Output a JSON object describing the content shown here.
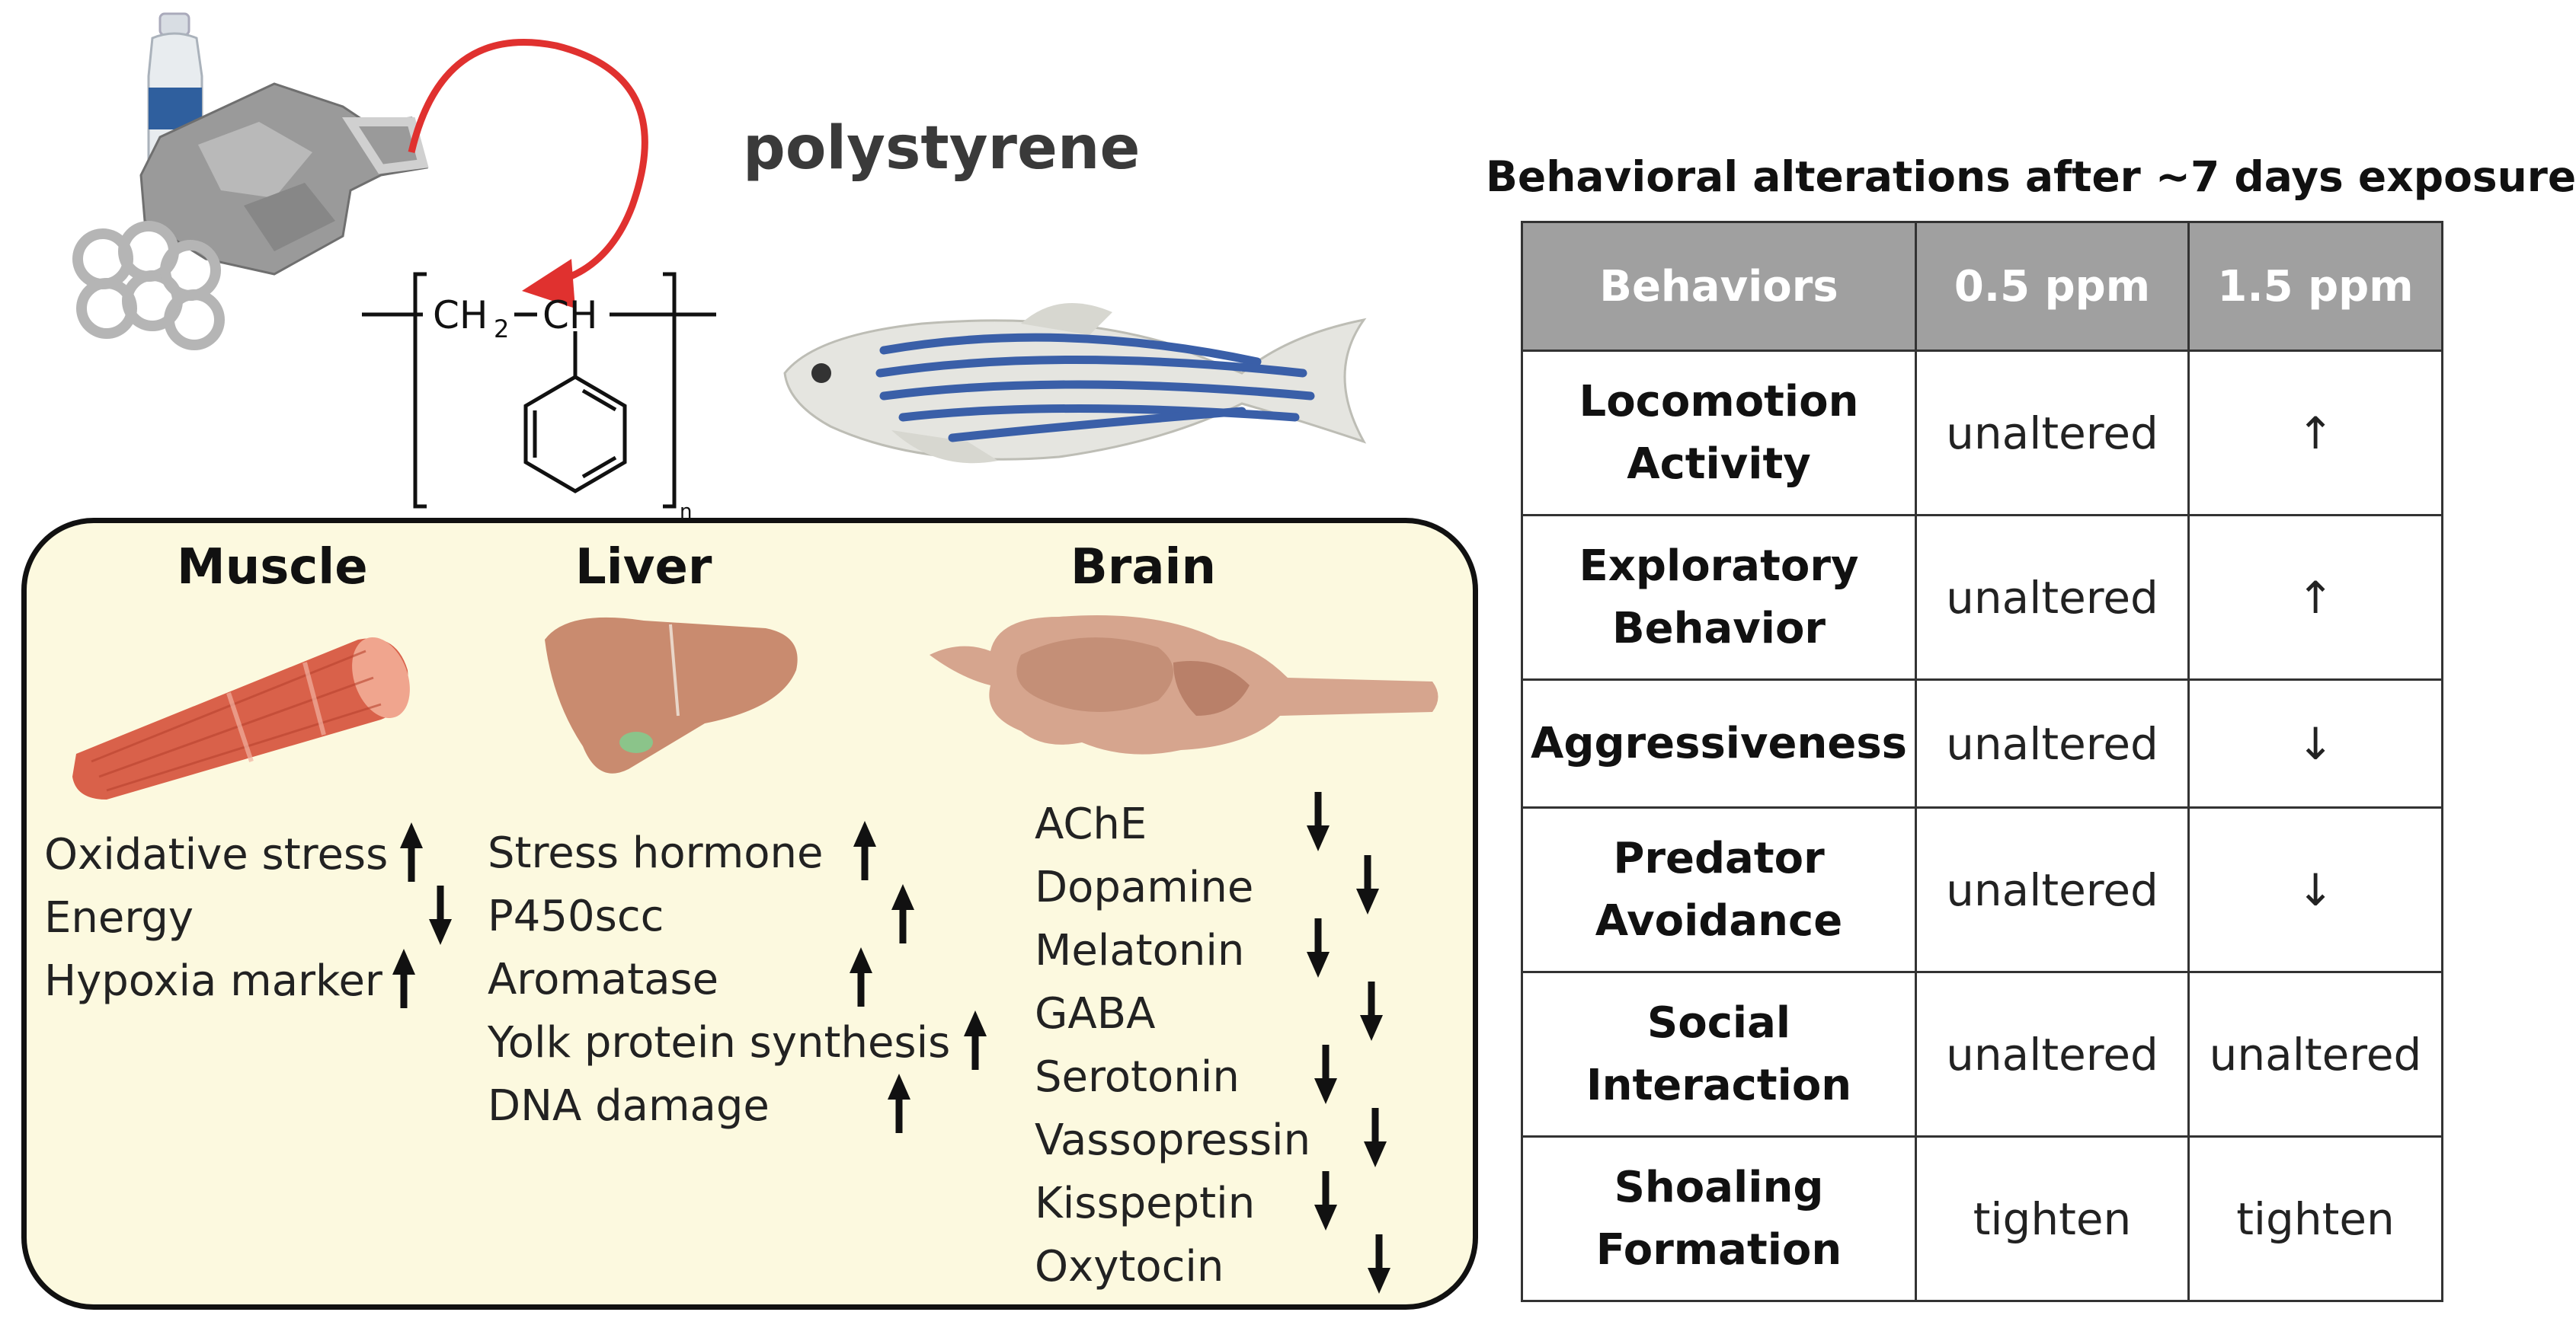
{
  "polymer_label": "polystyrene",
  "structure": {
    "ch2": "CH",
    "ch2_sub": "2",
    "ch": "CH",
    "n": "n"
  },
  "organs": [
    {
      "title": "Muscle",
      "markers": [
        {
          "label": "Oxidative stress",
          "direction": "up"
        },
        {
          "label": "Energy",
          "direction": "down"
        },
        {
          "label": "Hypoxia marker",
          "direction": "up"
        }
      ]
    },
    {
      "title": "Liver",
      "markers": [
        {
          "label": "Stress hormone",
          "direction": "up"
        },
        {
          "label": "P450scc",
          "direction": "up"
        },
        {
          "label": "Aromatase",
          "direction": "up"
        },
        {
          "label": "Yolk protein synthesis",
          "direction": "up"
        },
        {
          "label": "DNA damage",
          "direction": "up"
        }
      ]
    },
    {
      "title": "Brain",
      "markers": [
        {
          "label": "AChE",
          "direction": "down"
        },
        {
          "label": "Dopamine",
          "direction": "down"
        },
        {
          "label": "Melatonin",
          "direction": "down"
        },
        {
          "label": "GABA",
          "direction": "down"
        },
        {
          "label": "Serotonin",
          "direction": "down"
        },
        {
          "label": "Vassopressin",
          "direction": "down"
        },
        {
          "label": "Kisspeptin",
          "direction": "down"
        },
        {
          "label": "Oxytocin",
          "direction": "down"
        }
      ]
    }
  ],
  "table": {
    "title": "Behavioral alterations after ~7 days exposure",
    "headers": [
      "Behaviors",
      "0.5 ppm",
      "1.5 ppm"
    ],
    "rows": [
      {
        "behavior_line1": "Locomotion",
        "behavior_line2": "Activity",
        "ppm05": "unaltered",
        "ppm15": "↑"
      },
      {
        "behavior_line1": "Exploratory",
        "behavior_line2": "Behavior",
        "ppm05": "unaltered",
        "ppm15": "↑"
      },
      {
        "behavior_line1": "Aggressiveness",
        "behavior_line2": "",
        "ppm05": "unaltered",
        "ppm15": "↓"
      },
      {
        "behavior_line1": "Predator",
        "behavior_line2": "Avoidance",
        "ppm05": "unaltered",
        "ppm15": "↓"
      },
      {
        "behavior_line1": "Social",
        "behavior_line2": "Interaction",
        "ppm05": "unaltered",
        "ppm15": "unaltered"
      },
      {
        "behavior_line1": "Shoaling",
        "behavior_line2": "Formation",
        "ppm05": "tighten",
        "ppm15": "tighten"
      }
    ]
  },
  "colors": {
    "box_fill": "#fcf9df",
    "curved_arrow": "#e0312f",
    "muscle": "#d9614a",
    "organ": "#c98b6f",
    "header_fill": "#a0a0a0",
    "fish_stripe": "#3a5fa8"
  }
}
